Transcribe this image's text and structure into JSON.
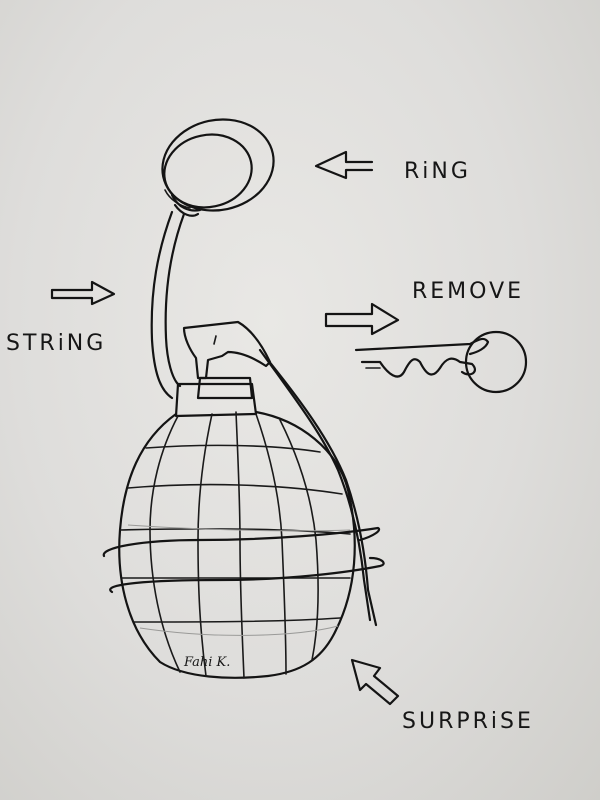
{
  "labels": {
    "ring": "RiNG",
    "remove": "REMOVE",
    "string": "STRiNG",
    "surprise": "SURPRiSE"
  },
  "signature": "Fahi K."
}
